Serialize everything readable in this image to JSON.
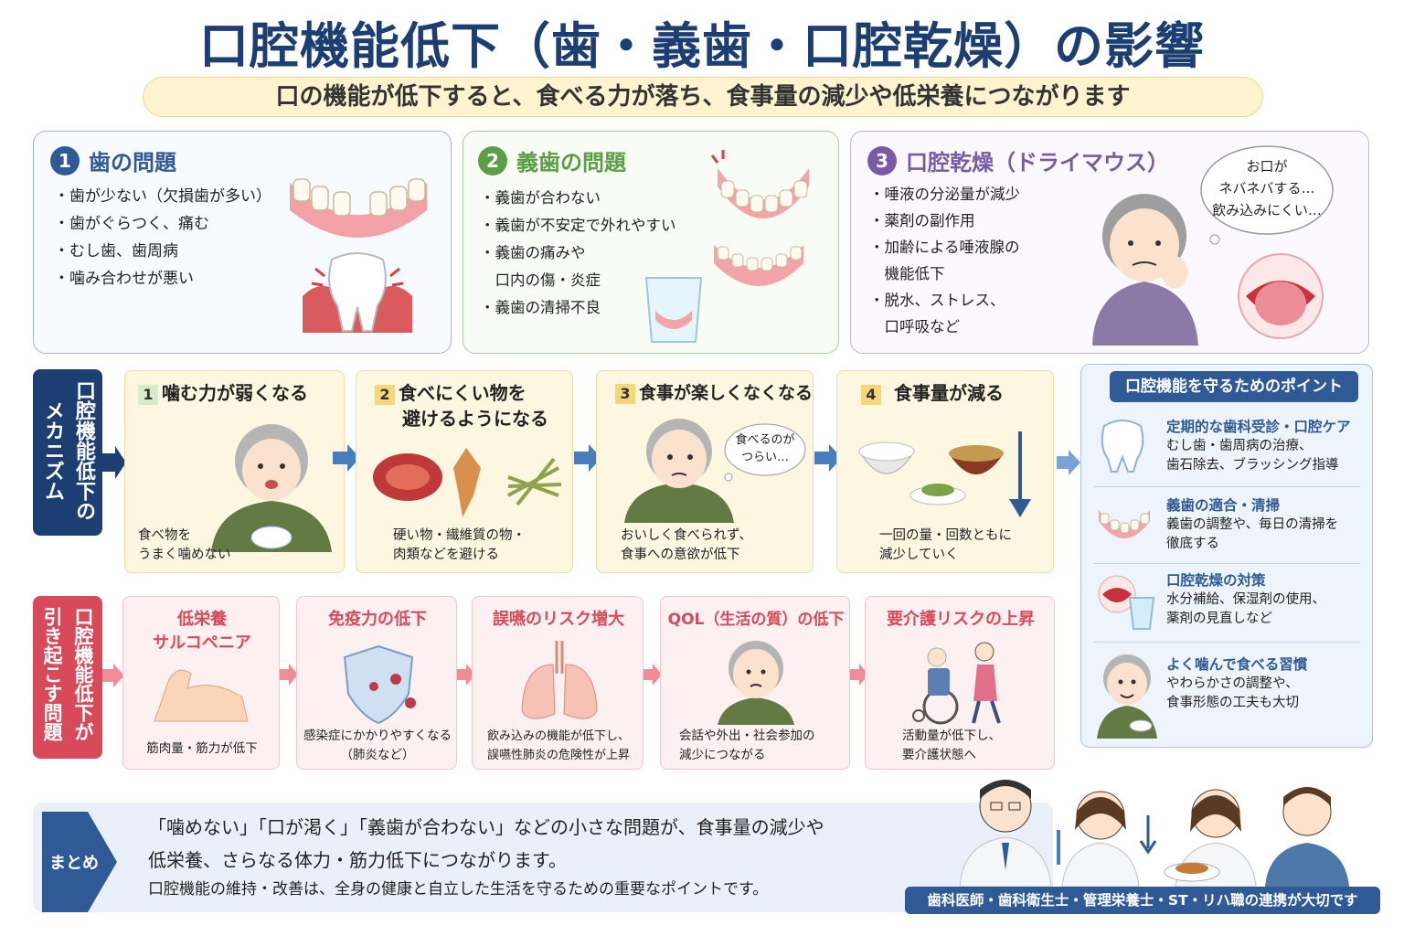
{
  "title": "口腔機能低下（歯・義歯・口腔乾燥）の影響",
  "subtitle": "口の機能が低下すると、食べる力が落ち、食事量の減少や低栄養につながります",
  "colors": {
    "navy": "#1d3e72",
    "blue": "#2f5a95",
    "green": "#5a9e46",
    "purple": "#7a5aa6",
    "red": "#d84a5a"
  },
  "problems": [
    {
      "num": "1",
      "title": "歯の問題",
      "items": [
        "・歯が少ない（欠損歯が多い）",
        "・歯がぐらつく、痛む",
        "・むし歯、歯周病",
        "・噛み合わせが悪い"
      ]
    },
    {
      "num": "2",
      "title": "義歯の問題",
      "items": [
        "・義歯が合わない",
        "・義歯が不安定で外れやすい",
        "・義歯の痛みや",
        "　口内の傷・炎症",
        "・義歯の清掃不良"
      ]
    },
    {
      "num": "3",
      "title": "口腔乾燥（ドライマウス）",
      "items": [
        "・唾液の分泌量が減少",
        "・薬剤の副作用",
        "・加齢による唾液腺の",
        "　機能低下",
        "・脱水、ストレス、",
        "　口呼吸など"
      ],
      "bubble": [
        "お口が",
        "ネバネバする…",
        "飲み込みにくい…"
      ]
    }
  ],
  "mechanism": {
    "label": [
      "口腔機能低下の",
      "メカニズム"
    ],
    "steps": [
      {
        "num": "1",
        "title": [
          "噛む力が弱くなる"
        ],
        "caption": [
          "食べ物を",
          "うまく噛めない"
        ]
      },
      {
        "num": "2",
        "title": [
          "食べにくい物を",
          "避けるようになる"
        ],
        "caption": [
          "硬い物・繊維質の物・",
          "肉類などを避ける"
        ]
      },
      {
        "num": "3",
        "title": [
          "食事が楽しくなくなる"
        ],
        "caption": [
          "おいしく食べられず、",
          "食事への意欲が低下"
        ],
        "bubble": [
          "食べるのが",
          "つらい…"
        ]
      },
      {
        "num": "4",
        "title": [
          "食事量が減る"
        ],
        "caption": [
          "一回の量・回数ともに",
          "減少していく"
        ]
      }
    ]
  },
  "consequences": {
    "label": [
      "口腔機能低下が",
      "引き起こす問題"
    ],
    "items": [
      {
        "title": [
          "低栄養",
          "サルコペニア"
        ],
        "caption": [
          "筋肉量・筋力が低下"
        ]
      },
      {
        "title": [
          "免疫力の低下"
        ],
        "caption": [
          "感染症にかかりやすくなる",
          "（肺炎など）"
        ]
      },
      {
        "title": [
          "誤嚥のリスク増大"
        ],
        "caption": [
          "飲み込みの機能が低下し、",
          "誤嚥性肺炎の危険性が上昇"
        ]
      },
      {
        "title": [
          "QOL（生活の質）の低下"
        ],
        "caption": [
          "会話や外出・社会参加の",
          "減少につながる"
        ]
      },
      {
        "title": [
          "要介護リスクの上昇"
        ],
        "caption": [
          "活動量が低下し、",
          "要介護状態へ"
        ]
      }
    ]
  },
  "points": {
    "title": "口腔機能を守るためのポイント",
    "items": [
      {
        "title": "定期的な歯科受診・口腔ケア",
        "lines": [
          "むし歯・歯周病の治療、",
          "歯石除去、ブラッシング指導"
        ]
      },
      {
        "title": "義歯の適合・清掃",
        "lines": [
          "義歯の調整や、毎日の清掃を",
          "徹底する"
        ]
      },
      {
        "title": "口腔乾燥の対策",
        "lines": [
          "水分補給、保湿剤の使用、",
          "薬剤の見直しなど"
        ]
      },
      {
        "title": "よく噛んで食べる習慣",
        "lines": [
          "やわらかさの調整や、",
          "食事形態の工夫も大切"
        ]
      }
    ]
  },
  "summary": {
    "label": "まとめ",
    "line1": "「噛めない」「口が渇く」「義歯が合わない」などの小さな問題が、食事量の減少や",
    "line2": "低栄養、さらなる体力・筋力低下につながります。",
    "line3": "口腔機能の維持・改善は、全身の健康と自立した生活を守るための重要なポイントです。"
  },
  "collaboration": "歯科医師・歯科衛生士・管理栄養士・ST・リハ職の連携が大切です"
}
